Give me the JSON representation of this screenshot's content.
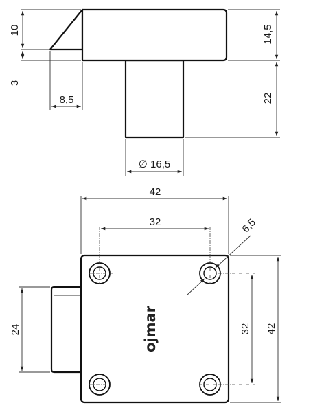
{
  "drawing": {
    "side_view": {
      "dim_flange_height": "10",
      "dim_latch_offset": "3",
      "dim_latch_width": "8,5",
      "dim_body_height": "14,5",
      "dim_cylinder_length": "22",
      "dim_cylinder_diameter": "∅ 16,5"
    },
    "front_view": {
      "dim_plate_width": "42",
      "dim_hole_spacing_h": "32",
      "dim_hole_diameter": "6,5",
      "dim_hole_spacing_v": "32",
      "dim_plate_height": "42",
      "dim_bolt_height": "24",
      "brand_logo": "ojmar"
    }
  }
}
